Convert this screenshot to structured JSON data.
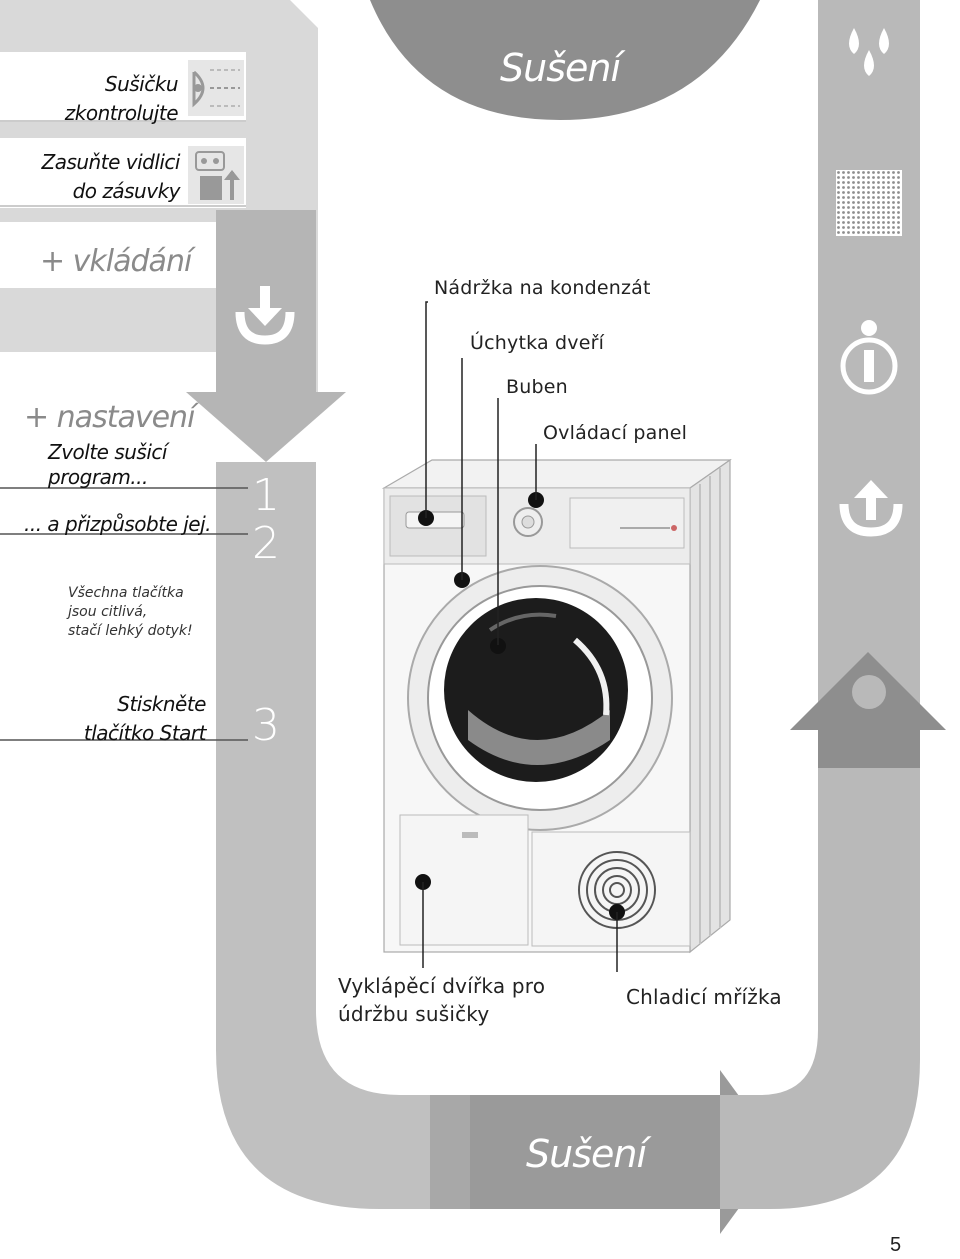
{
  "header": {
    "title": "Sušení"
  },
  "left_panel": {
    "check_dryer": "Sušičku\nzkontrolujte",
    "plug_in": "Zasuňte vidlici\ndo zásuvky",
    "loading": "+ vkládání",
    "settings": "+ nastavení",
    "choose_program": "Zvolte sušicí\nprogram...",
    "adjust": "... a přizpůsobte jej.",
    "touch_note": "Všechna tlačítka\njsou citlivá,\nstačí lehký dotyk!",
    "press_start": "Stiskněte\ntlačítko Start"
  },
  "step_numbers": [
    "1",
    "2",
    "3"
  ],
  "parts": {
    "condensate_tank": "Nádržka na kondenzát",
    "door_handle": "Úchytka dveří",
    "drum": "Buben",
    "control_panel": "Ovládací panel",
    "maintenance_flap": "Vyklápěcí dvířka pro\núdržbu sušičky",
    "cooling_grille": "Chladicí mřížka"
  },
  "footer": {
    "title": "Sušení",
    "page_number": "5"
  },
  "icons": [
    "eye-check-icon",
    "plug-icon",
    "load-arrow-icon",
    "water-drops-icon",
    "filter-mesh-icon",
    "info-icon",
    "unload-arrow-icon"
  ],
  "colors": {
    "flow_grey": "#b9b9b9",
    "dark_grey": "#8e8e8e",
    "panel_grey": "#d9d9d9"
  }
}
